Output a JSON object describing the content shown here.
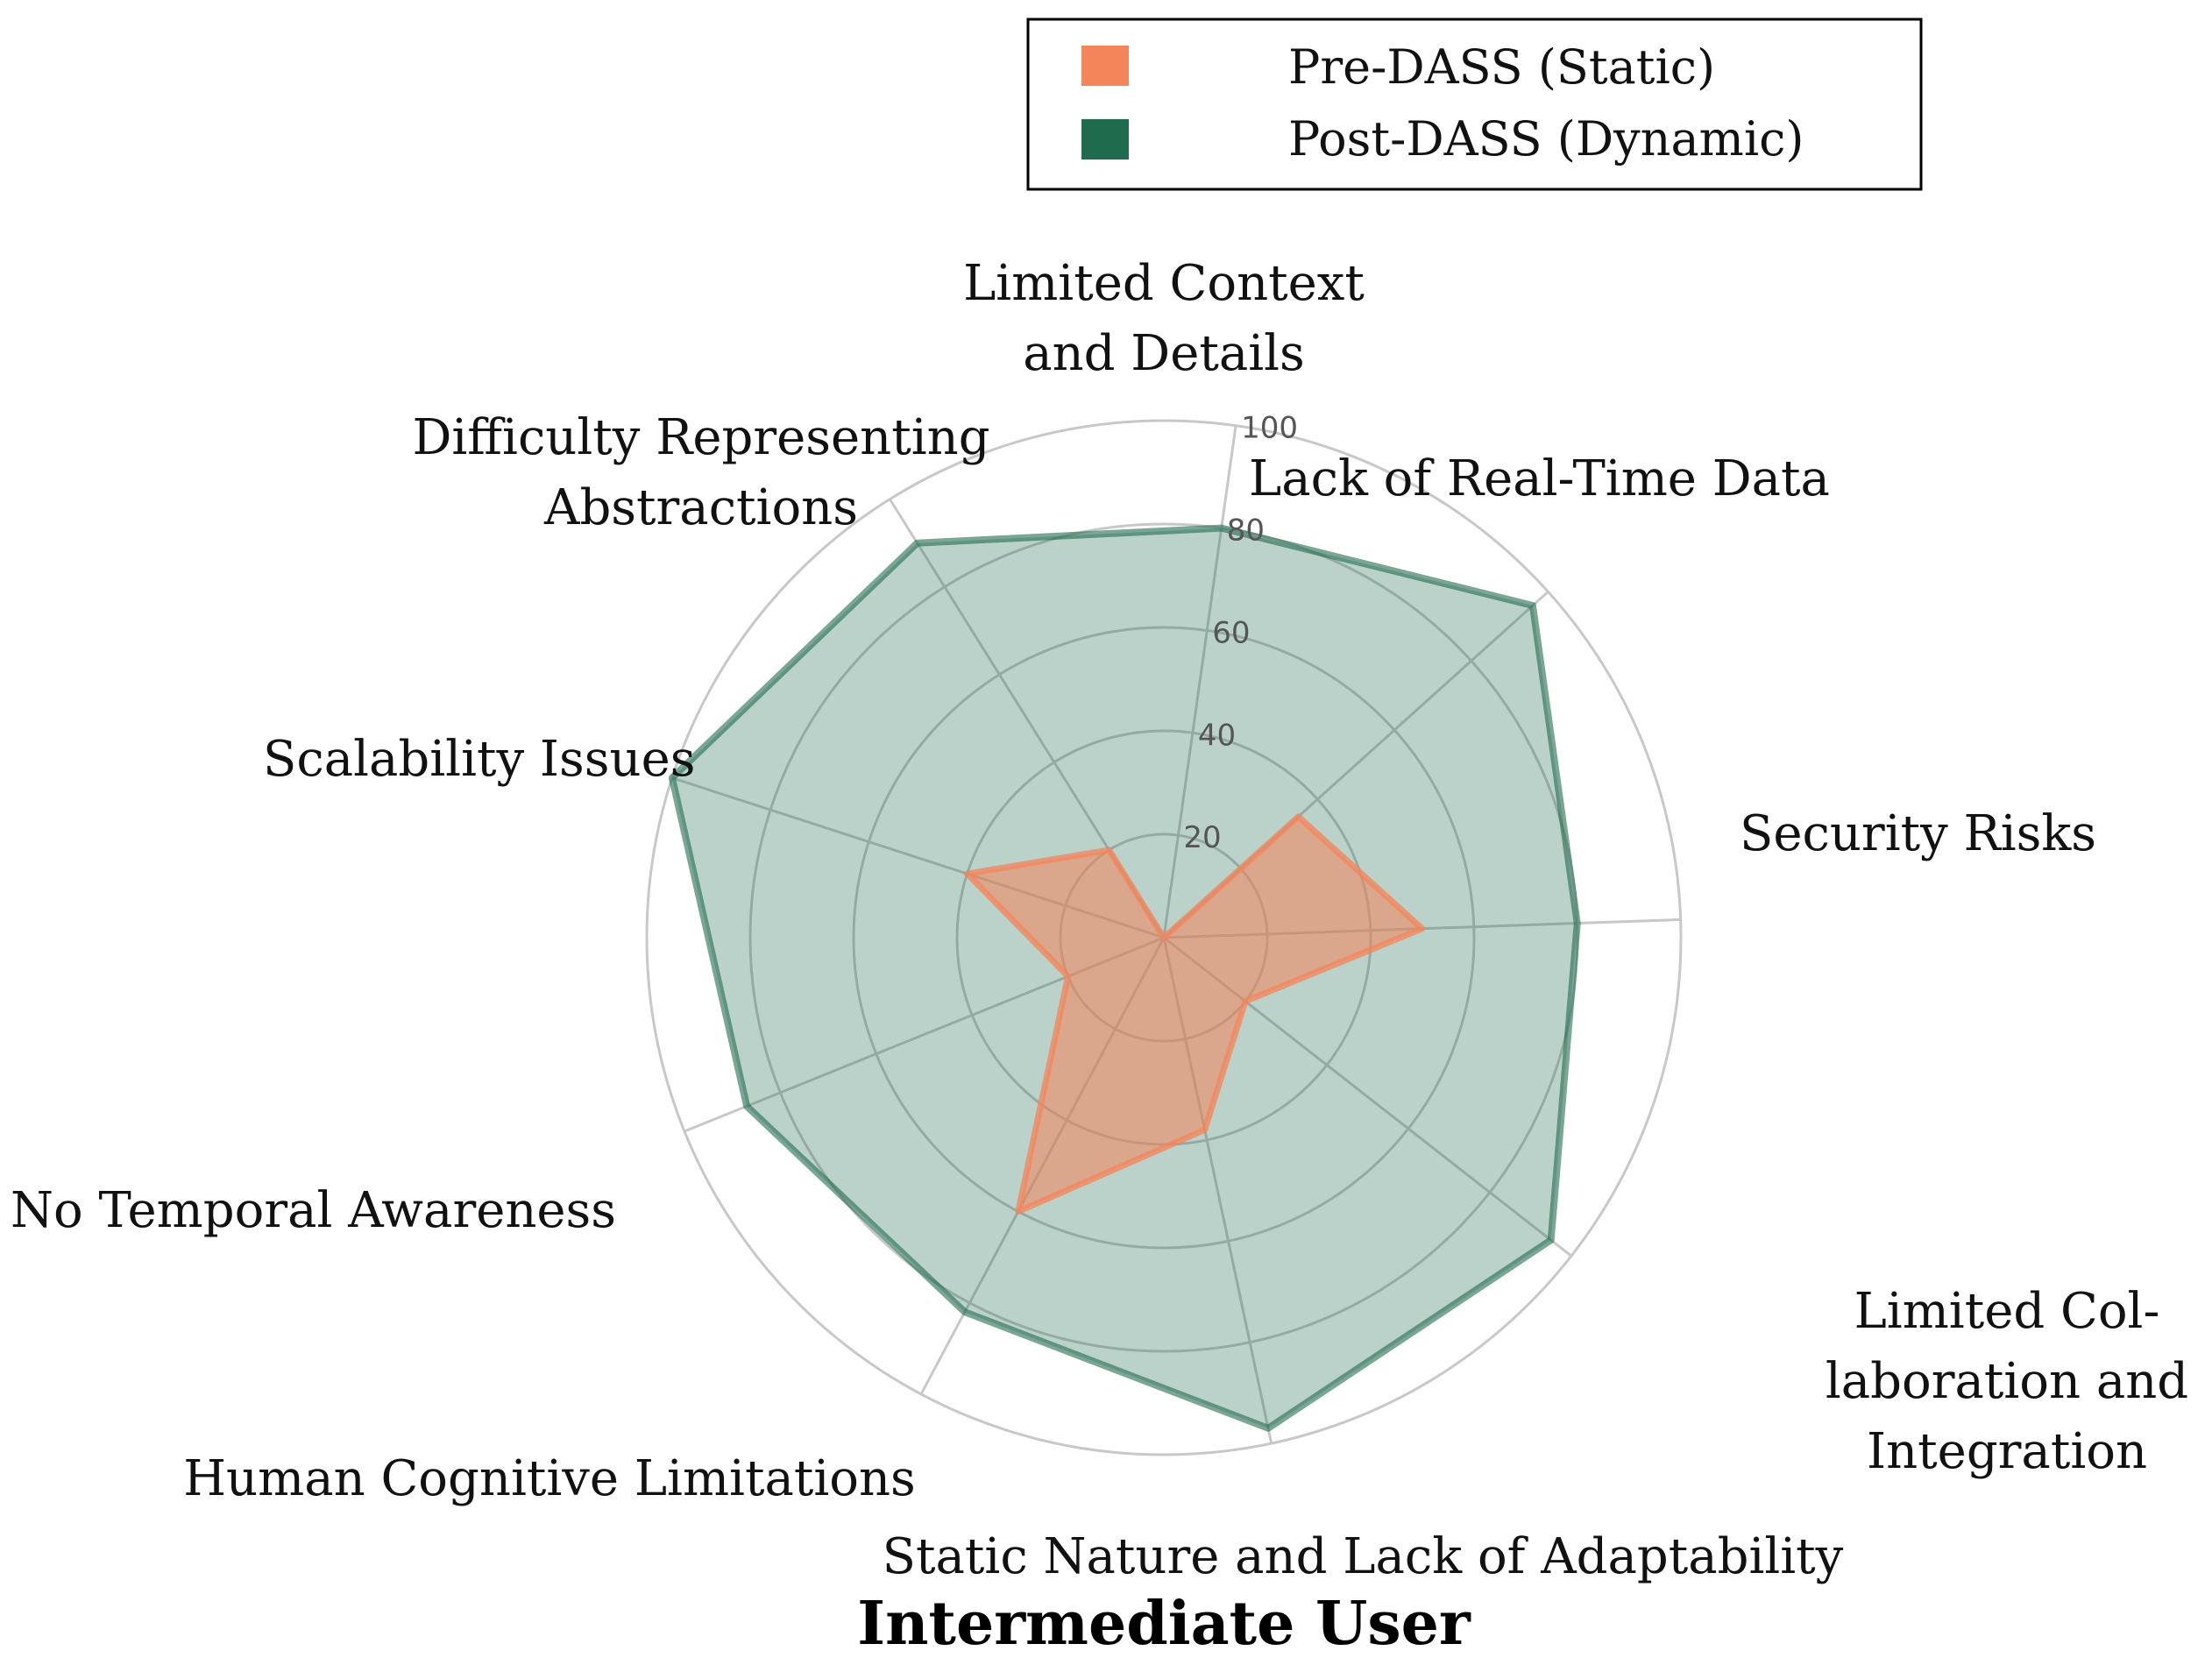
{
  "chart_data": {
    "type": "radar",
    "title": "Intermediate User",
    "categories": [
      "Limited Context and Details",
      "Lack of Real-Time Data",
      "Security Risks",
      "Limited Col- laboration and Integration",
      "Static Nature and Lack of Adaptability",
      "Human Cognitive Limitations",
      "No Temporal Awareness",
      "Scalability Issues",
      "Difficulty Representing Abstractions"
    ],
    "category_lines": [
      [
        "Limited Context",
        "and Details"
      ],
      [
        "Lack of Real-Time Data"
      ],
      [
        "Security Risks"
      ],
      [
        "Limited Col-",
        "laboration and",
        "Integration"
      ],
      [
        "Static Nature and Lack of Adaptability"
      ],
      [
        "Human Cognitive Limitations"
      ],
      [
        "No Temporal Awareness"
      ],
      [
        "Scalability Issues"
      ],
      [
        "Difficulty Representing",
        "Abstractions"
      ]
    ],
    "series": [
      {
        "name": "Pre-DASS (Static)",
        "color": "#f4845a",
        "values": [
          0,
          35,
          50,
          20,
          38,
          60,
          20,
          40,
          20
        ]
      },
      {
        "name": "Post-DASS (Dynamic)",
        "color": "#1f6b4e",
        "values": [
          80,
          96,
          80,
          95,
          97,
          82,
          87,
          100,
          90
        ]
      }
    ],
    "rlim": [
      0,
      100
    ],
    "radial_ticks": [
      20,
      40,
      60,
      80,
      100
    ],
    "grid": true,
    "legend": "top-right"
  }
}
